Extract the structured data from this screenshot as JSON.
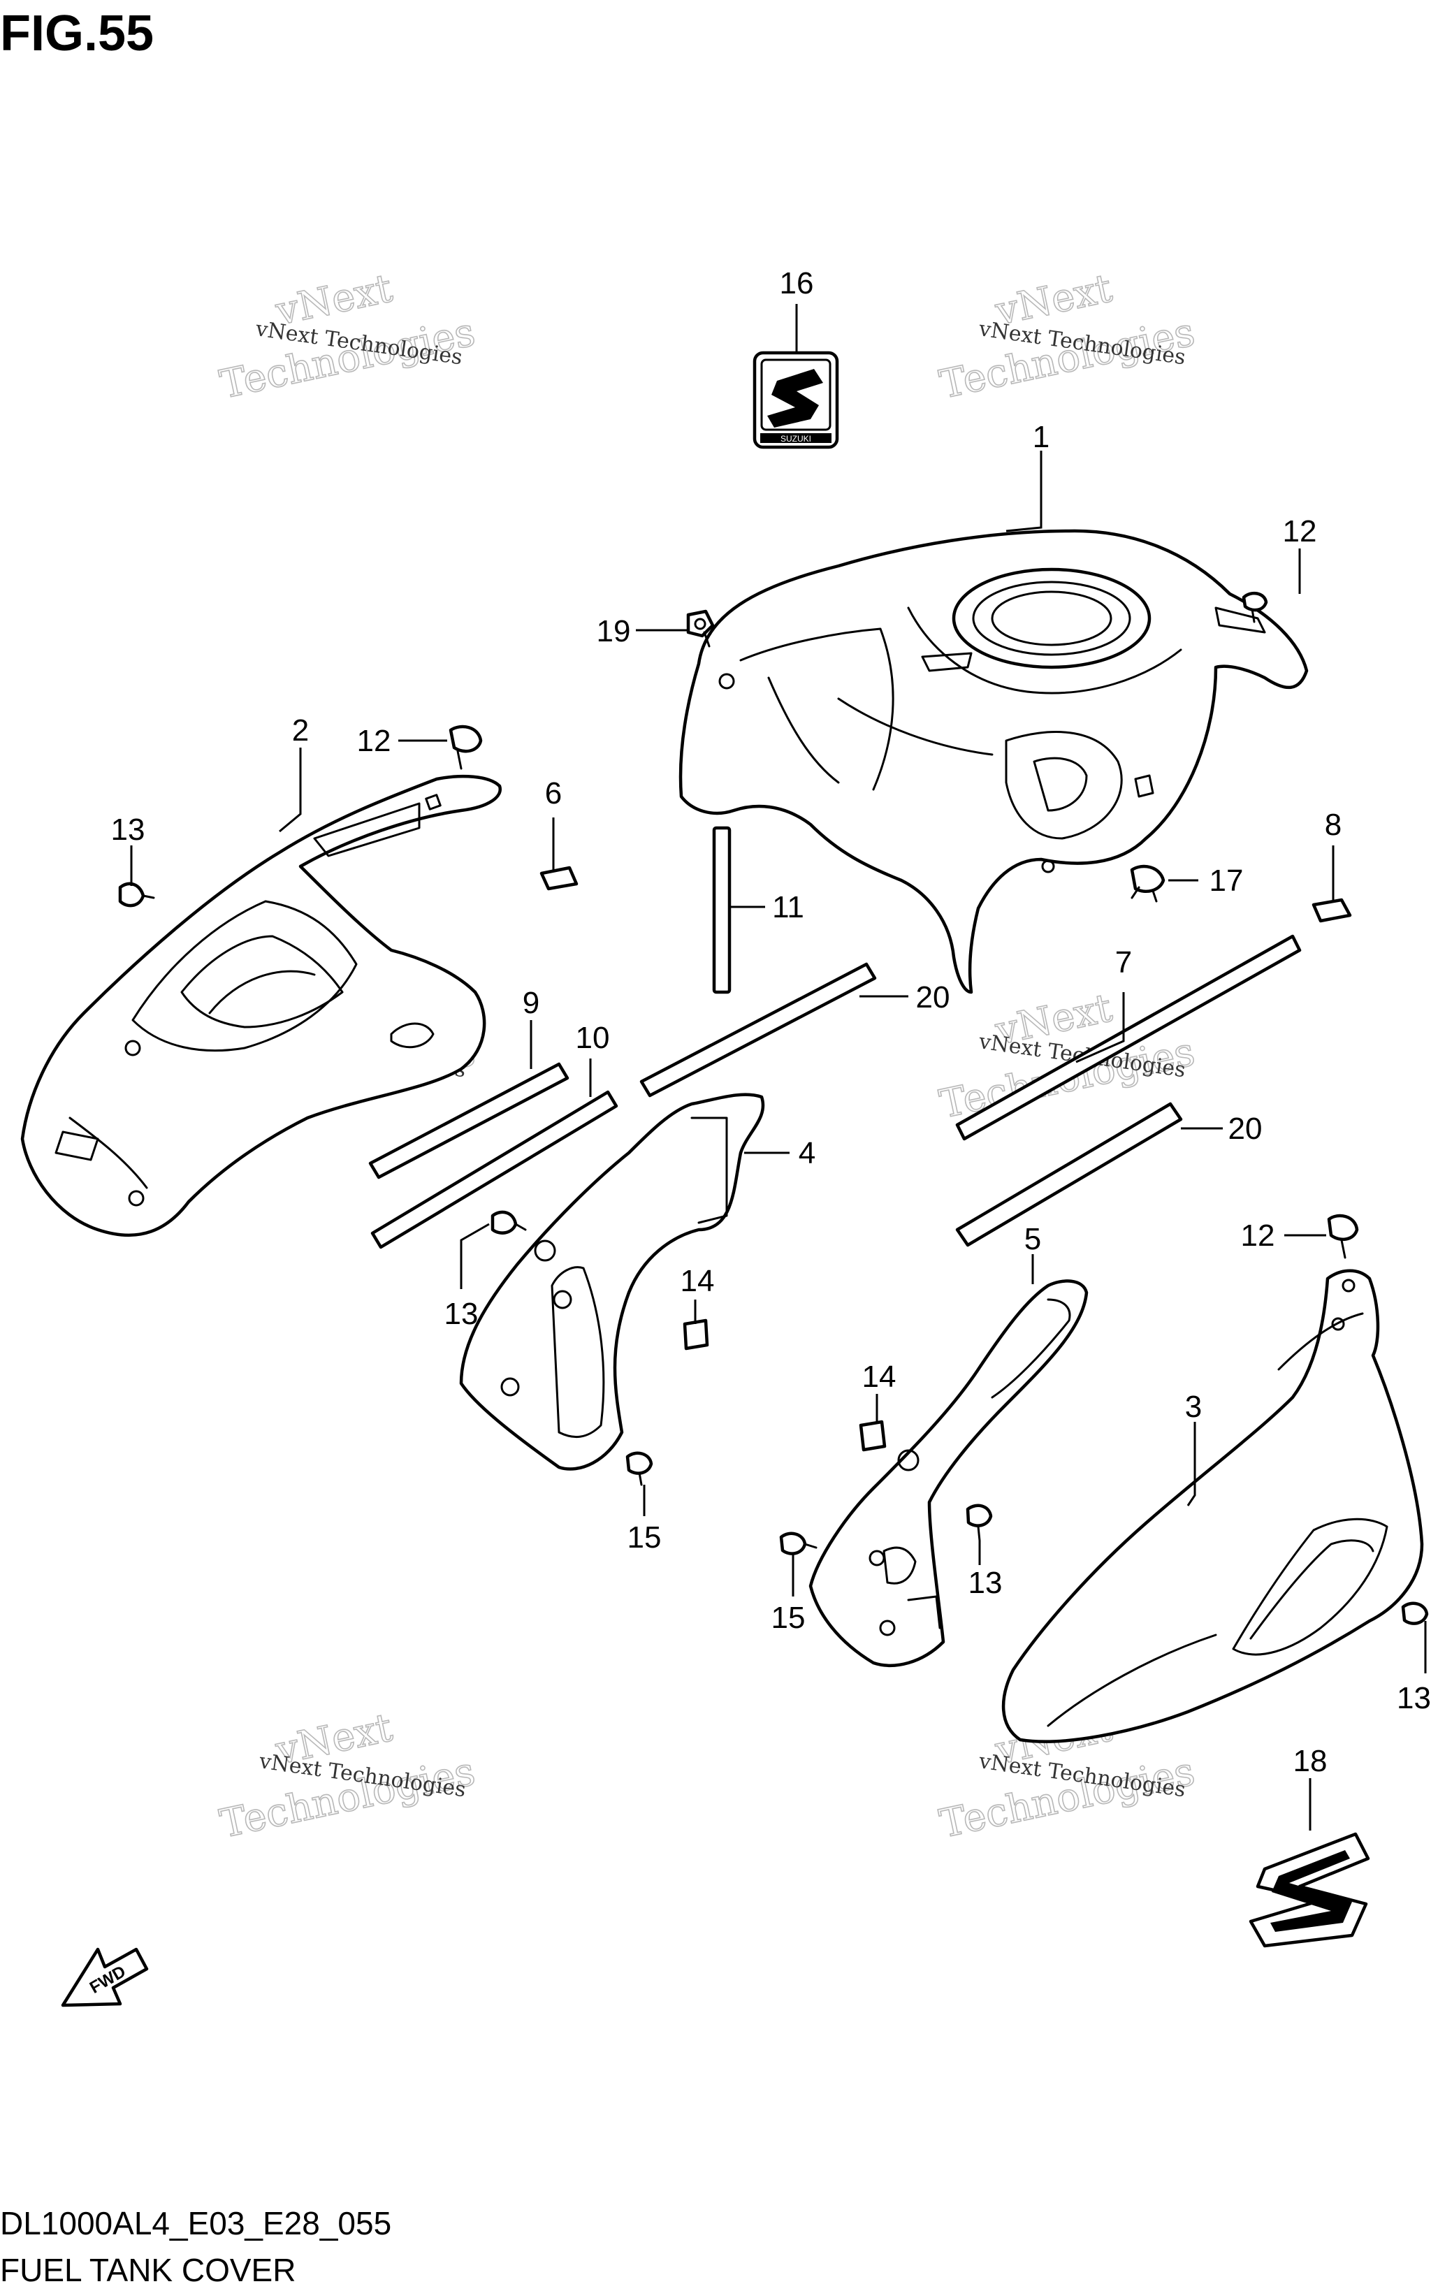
{
  "figure_label": "FIG.55",
  "diagram_code": "DL1000AL4_E03_E28_055",
  "diagram_title": "FUEL TANK COVER",
  "fwd_label": "FWD",
  "emblem_text": "SUZUKI",
  "watermark": {
    "line1": "vNext Technologies",
    "line2": "Technologies",
    "line3": "vNext"
  },
  "callouts": [
    {
      "id": "c16",
      "label": "16"
    },
    {
      "id": "c1",
      "label": "1"
    },
    {
      "id": "c12a",
      "label": "12"
    },
    {
      "id": "c19",
      "label": "19"
    },
    {
      "id": "c2",
      "label": "2"
    },
    {
      "id": "c12b",
      "label": "12"
    },
    {
      "id": "c13a",
      "label": "13"
    },
    {
      "id": "c6",
      "label": "6"
    },
    {
      "id": "c8",
      "label": "8"
    },
    {
      "id": "c17",
      "label": "17"
    },
    {
      "id": "c11",
      "label": "11"
    },
    {
      "id": "c7",
      "label": "7"
    },
    {
      "id": "c9",
      "label": "9"
    },
    {
      "id": "c20a",
      "label": "20"
    },
    {
      "id": "c10",
      "label": "10"
    },
    {
      "id": "c4",
      "label": "4"
    },
    {
      "id": "c20b",
      "label": "20"
    },
    {
      "id": "c13b",
      "label": "13"
    },
    {
      "id": "c12c",
      "label": "12"
    },
    {
      "id": "c14a",
      "label": "14"
    },
    {
      "id": "c5",
      "label": "5"
    },
    {
      "id": "c3",
      "label": "3"
    },
    {
      "id": "c14b",
      "label": "14"
    },
    {
      "id": "c15a",
      "label": "15"
    },
    {
      "id": "c13c",
      "label": "13"
    },
    {
      "id": "c15b",
      "label": "15"
    },
    {
      "id": "c13d",
      "label": "13"
    },
    {
      "id": "c18",
      "label": "18"
    }
  ]
}
